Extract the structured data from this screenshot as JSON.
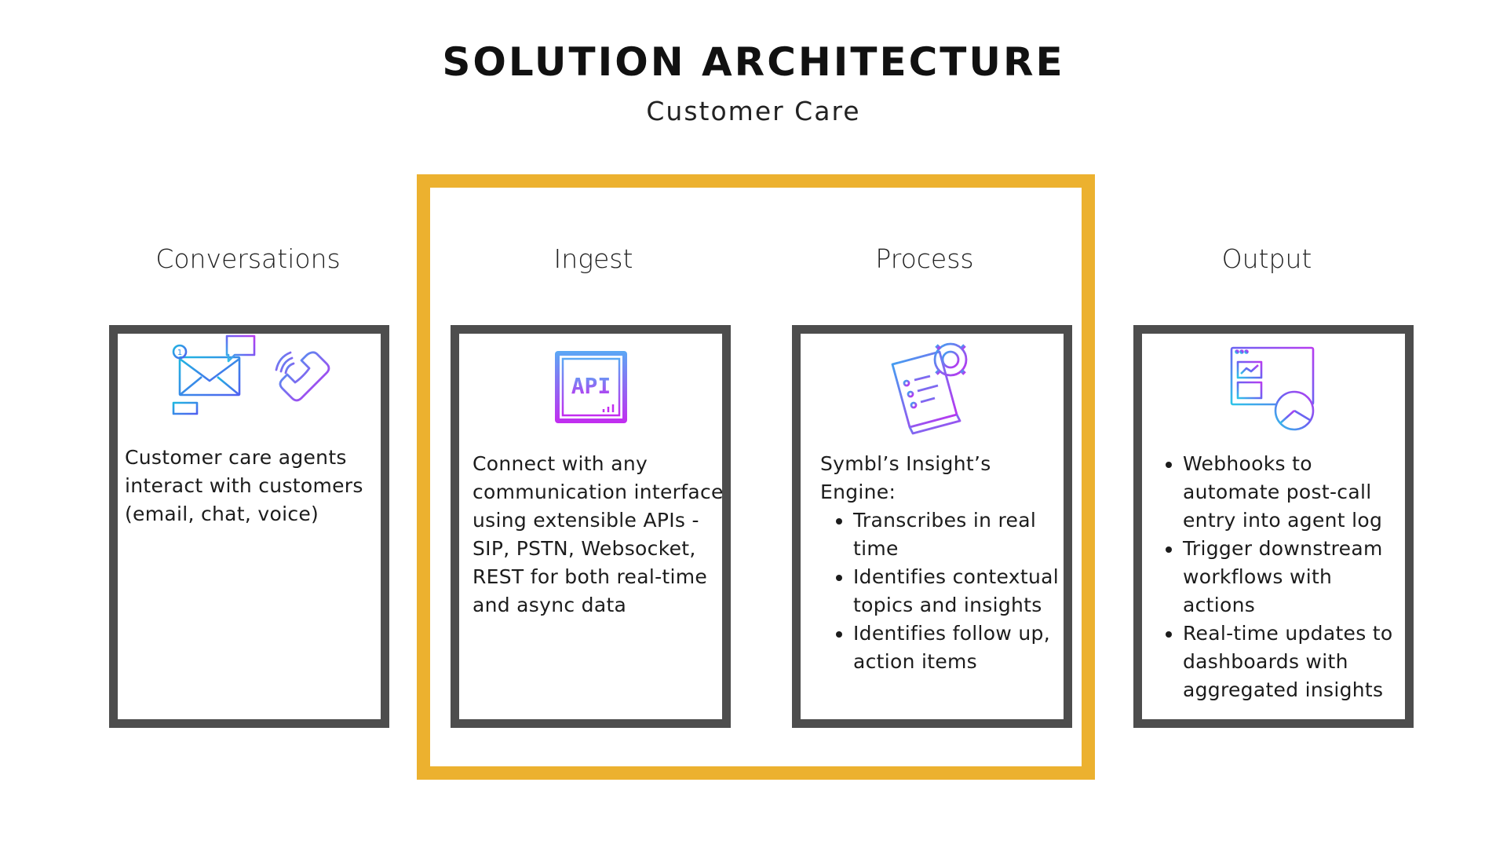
{
  "header": {
    "title": "SOLUTION ARCHITECTURE",
    "subtitle": "Customer Care"
  },
  "columns": [
    {
      "heading": "Conversations",
      "icons": [
        "email-icon",
        "chat-icon",
        "phone-icon"
      ],
      "text": "Customer care agents interact with customers (email, chat, voice)"
    },
    {
      "heading": "Ingest",
      "icons": [
        "api-icon"
      ],
      "text": "Connect with any communication interface using extensible APIs - SIP, PSTN, Websocket, REST for both real-time and async data"
    },
    {
      "heading": "Process",
      "icons": [
        "gear-document-icon"
      ],
      "intro": "Symbl’s Insight’s Engine:",
      "bullets": [
        "Transcribes in real time",
        "Identifies contextual topics and insights",
        "Identifies follow up, action items"
      ]
    },
    {
      "heading": "Output",
      "icons": [
        "dashboard-chart-icon"
      ],
      "bullets": [
        "Webhooks to automate post-call entry into agent log",
        "Trigger downstream workflows with actions",
        "Real-time updates to dashboards with aggregated insights"
      ]
    }
  ],
  "colors": {
    "highlight_border": "#ecb12f",
    "card_border": "#4d4d4d",
    "icon_gradient_start": "#2ec5e8",
    "icon_gradient_end": "#c02cf0"
  }
}
